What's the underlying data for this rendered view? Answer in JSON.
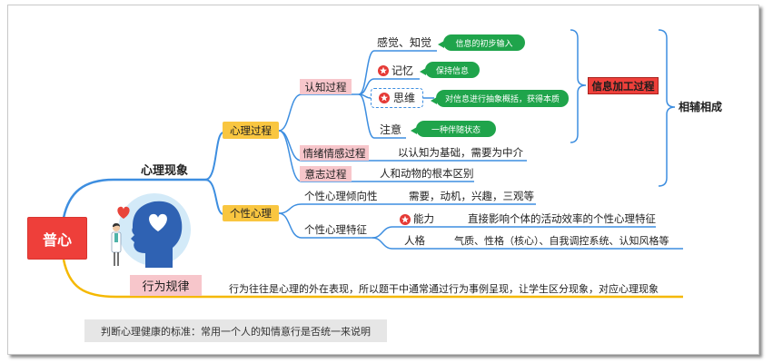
{
  "root": {
    "label": "普心"
  },
  "phenomena": {
    "label": "心理现象",
    "process": {
      "label": "心理过程",
      "cognition": {
        "label": "认知过程",
        "items": [
          {
            "label": "感觉、知觉",
            "note": "信息的初步输入"
          },
          {
            "label": "记忆",
            "note": "保持信息",
            "icon": "star-badge-icon"
          },
          {
            "label": "思维",
            "note": "对信息进行抽象概括，获得本质",
            "icon": "star-badge-icon"
          },
          {
            "label": "注意",
            "note": "一种伴随状态"
          }
        ]
      },
      "emotion": {
        "label": "情绪情感过程",
        "note": "以认知为基础，需要为中介"
      },
      "will": {
        "label": "意志过程",
        "note": "人和动物的根本区别"
      },
      "info_processing": "信息加工过程",
      "mutual": "相辅相成"
    },
    "personality": {
      "label": "个性心理",
      "tendency": {
        "label": "个性心理倾向性",
        "note": "需要，动机，兴趣，三观等"
      },
      "traits": {
        "label": "个性心理特征",
        "ability": {
          "label": "能力",
          "note": "直接影响个体的活动效率的个性心理特征",
          "icon": "star-badge-icon"
        },
        "character": {
          "label": "人格",
          "note": "气质、性格（核心）、自我调控系统、认知风格等"
        }
      }
    }
  },
  "behavior": {
    "label": "行为规律",
    "note": "行为往往是心理的外在表现，所以题干中通常通过行为事例呈现，让学生区分现象，对应心理现象"
  },
  "footer": {
    "text": "判断心理健康的标准：常用一个人的知情意行是否统一来说明"
  },
  "illustration": {
    "icons": [
      "head-silhouette-icon",
      "heart-icon",
      "person-icon"
    ]
  },
  "colors": {
    "root": "#ee3f3a",
    "branch_yellow": "#f9c640",
    "branch_pink": "#f7c6cb",
    "note_green": "#1fa44b",
    "connector_blue": "#3d8ee0",
    "connector_yellow": "#f5b800",
    "highlight_red": "#ee3f3a",
    "footer_gray": "#e6e6e6"
  }
}
